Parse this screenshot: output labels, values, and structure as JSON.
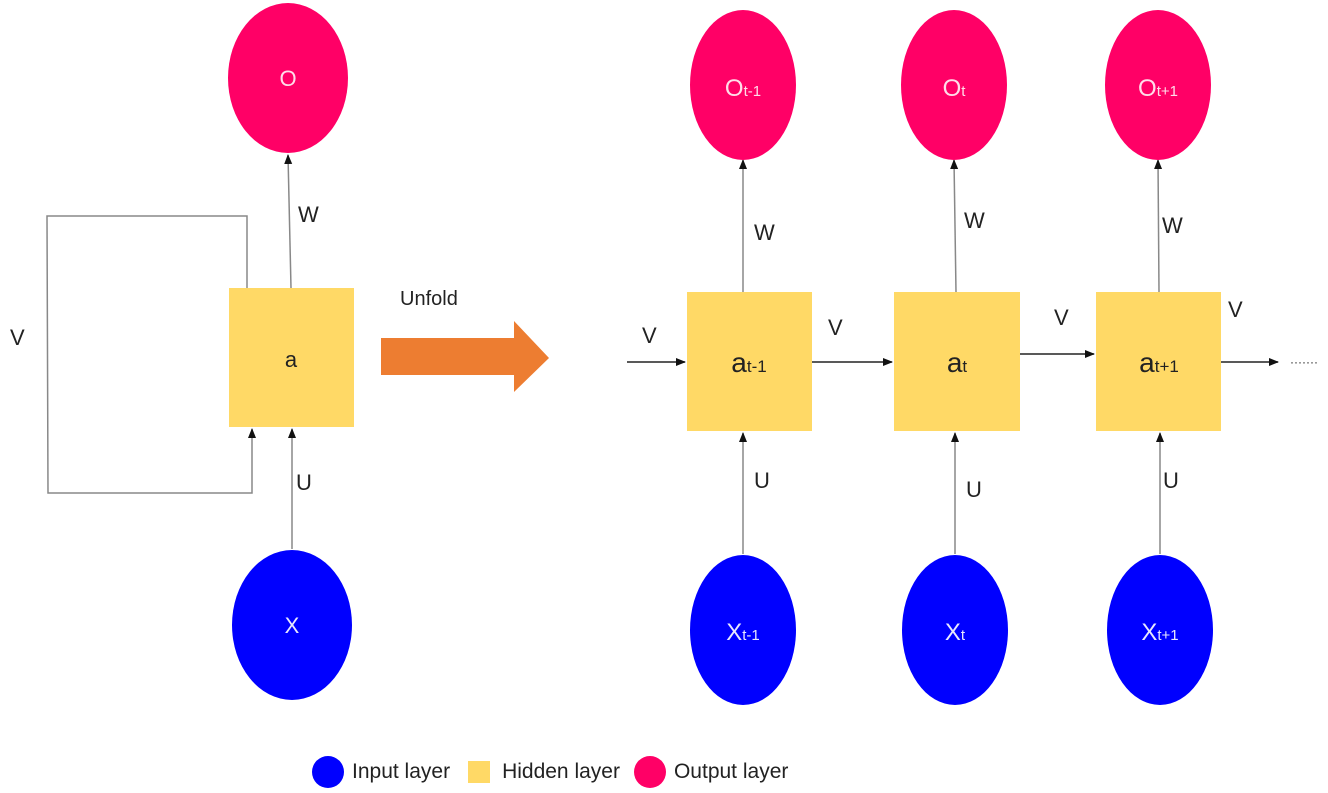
{
  "colors": {
    "input": "#0000ff",
    "hidden": "#ffd966",
    "output": "#ff0066",
    "unfold_arrow": "#ed7d31",
    "line": "#888888",
    "text": "#222222"
  },
  "folded": {
    "output": {
      "base": "O",
      "sub": ""
    },
    "hidden": {
      "base": "a",
      "sub": ""
    },
    "input": {
      "base": "X",
      "sub": ""
    },
    "w_label": "W",
    "u_label": "U",
    "v_label": "V"
  },
  "unfold_label": "Unfold",
  "unfolded": {
    "v_in_label": "V",
    "trailing": "·······",
    "steps": [
      {
        "output": {
          "base": "O",
          "sub": "t-1"
        },
        "hidden": {
          "base": "a",
          "sub": "t-1"
        },
        "input": {
          "base": "X",
          "sub": "t-1"
        },
        "w_label": "W",
        "u_label": "U",
        "v_label": "V"
      },
      {
        "output": {
          "base": "O",
          "sub": "t"
        },
        "hidden": {
          "base": "a",
          "sub": "t"
        },
        "input": {
          "base": "X",
          "sub": "t"
        },
        "w_label": "W",
        "u_label": "U",
        "v_label": "V"
      },
      {
        "output": {
          "base": "O",
          "sub": "t+1"
        },
        "hidden": {
          "base": "a",
          "sub": "t+1"
        },
        "input": {
          "base": "X",
          "sub": "t+1"
        },
        "w_label": "W",
        "u_label": "U",
        "v_label": "V"
      }
    ]
  },
  "legend": [
    {
      "label": "Input layer",
      "shape": "circle",
      "color": "#0000ff"
    },
    {
      "label": "Hidden layer",
      "shape": "square",
      "color": "#ffd966"
    },
    {
      "label": "Output layer",
      "shape": "circle",
      "color": "#ff0066"
    }
  ]
}
